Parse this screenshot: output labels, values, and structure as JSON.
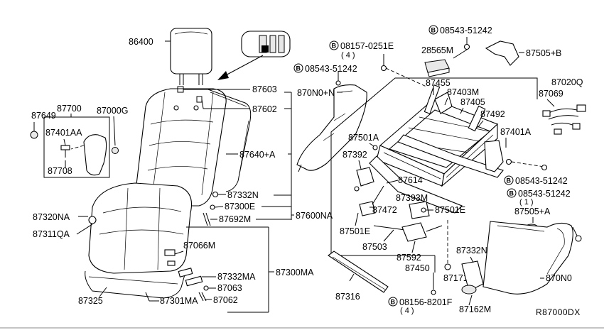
{
  "diagram": {
    "reference_code": "R87000DX",
    "bolt_symbol_letter": "B",
    "labels": {
      "p86400": "86400",
      "p87603": "87603",
      "p87602": "87602",
      "p87640A": "87640+A",
      "p87332N": "87332N",
      "p87300E": "87300E",
      "p87692M": "87692M",
      "p87600NA": "87600NA",
      "p87700": "87700",
      "p87649": "87649",
      "p87000G": "87000G",
      "p87401AA": "87401AA",
      "p87708": "87708",
      "p87320NA": "87320NA",
      "p87311QA": "87311QA",
      "p87066M": "87066M",
      "p87332MA": "87332MA",
      "p87300MA": "87300MA",
      "p87063": "87063",
      "p87062": "87062",
      "p87325": "87325",
      "p87301MA": "87301MA",
      "p08157": "08157-0251E",
      "q08157": "( 4 )",
      "p08543a": "08543-51242",
      "p870N0N": "870N0+N",
      "p08543b": "08543-51242",
      "p28565M": "28565M",
      "p87505B": "87505+B",
      "p87020Q": "87020Q",
      "p87069": "87069",
      "p87455": "87455",
      "p87403M": "87403M",
      "p87405": "87405",
      "p87492": "87492",
      "p87401A": "87401A",
      "p87501A": "87501A",
      "p87392": "87392",
      "p87614": "87614",
      "p87393M": "87393M",
      "p87472": "87472",
      "p87501Ea": "87501E",
      "p87501Eb": "87501E",
      "p87503": "87503",
      "p87592": "87592",
      "p08543c": "08543-51242",
      "p08543d": "08543-51242",
      "q08543d": "( 1 )",
      "p87505A": "87505+A",
      "p87332Nb": "87332N",
      "p870N0": "870N0",
      "p87450": "87450",
      "p87171": "87171",
      "p87316": "87316",
      "p08156": "08156-8201F",
      "q08156": "( 4 )",
      "p87162M": "87162M"
    }
  }
}
